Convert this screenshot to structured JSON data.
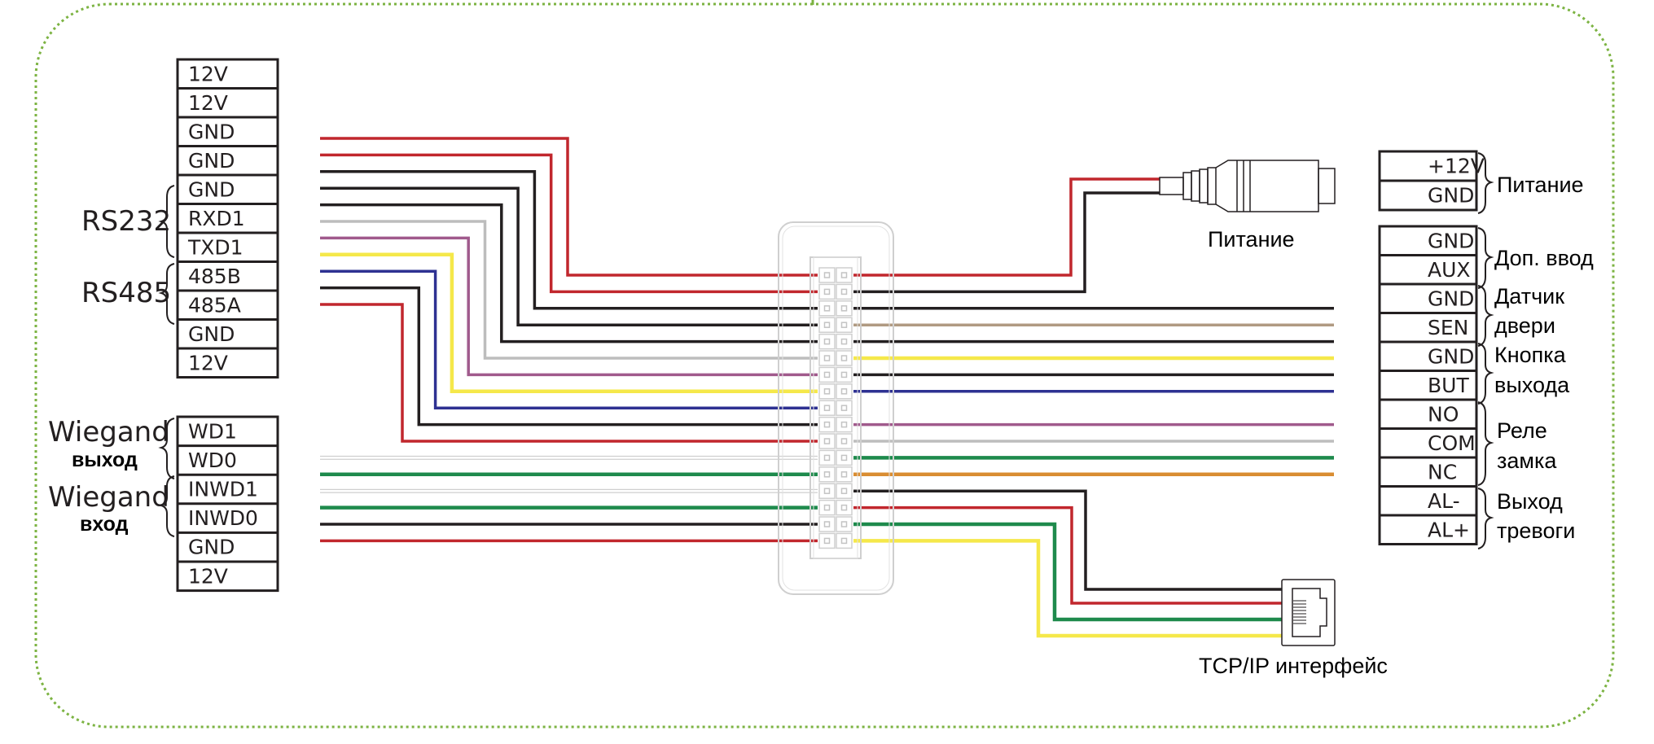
{
  "diagram": {
    "border_color": "#7cb342",
    "left_top_block": {
      "pins": [
        "12V",
        "12V",
        "GND",
        "GND",
        "GND",
        "RXD1",
        "TXD1",
        "485B",
        "485A",
        "GND",
        "12V"
      ],
      "groups": [
        {
          "label": "RS232",
          "pins": [
            "GND",
            "RXD1",
            "TXD1"
          ]
        },
        {
          "label": "RS485",
          "pins": [
            "485B",
            "485A"
          ]
        }
      ]
    },
    "left_bottom_block": {
      "pins": [
        "WD1",
        "WD0",
        "INWD1",
        "INWD0",
        "GND",
        "12V"
      ],
      "groups": [
        {
          "label": "Wiegand",
          "sublabel": "выход",
          "pins": [
            "WD1",
            "WD0"
          ]
        },
        {
          "label": "Wiegand",
          "sublabel": "вход",
          "pins": [
            "INWD1",
            "INWD0"
          ]
        }
      ]
    },
    "right_power_block": {
      "pins": [
        "+12V",
        "GND"
      ],
      "group_label": "Питание"
    },
    "right_io_block": {
      "pins": [
        "GND",
        "AUX",
        "GND",
        "SEN",
        "GND",
        "BUT",
        "NO",
        "COM",
        "NC",
        "AL-",
        "AL+"
      ],
      "groups": [
        {
          "label": "Доп. ввод",
          "pins": [
            "GND",
            "AUX"
          ]
        },
        {
          "label": "Датчик двери",
          "lines": [
            "Датчик",
            "двери"
          ],
          "pins": [
            "GND",
            "SEN"
          ]
        },
        {
          "label": "Кнопка выхода",
          "lines": [
            "Кнопка",
            "выхода"
          ],
          "pins": [
            "GND",
            "BUT"
          ]
        },
        {
          "label": "Реле замка",
          "lines": [
            "Реле",
            "замка"
          ],
          "pins": [
            "NO",
            "COM",
            "NC"
          ]
        },
        {
          "label": "Выход тревоги",
          "lines": [
            "Выход",
            "тревоги"
          ],
          "pins": [
            "AL-",
            "AL+"
          ]
        }
      ]
    },
    "power_jack_label": "Питание",
    "rj45_label": "TCP/IP интерфейс",
    "connector": {
      "rows": 17,
      "left_wires": [
        "#c1272d",
        "#c1272d",
        "#231f20",
        "#231f20",
        "#231f20",
        "#bdbdbd",
        "#a05a8c",
        "#f5e84a",
        "#2e3192",
        "#231f20",
        "#c1272d",
        "white",
        "#1e8a4c",
        "white",
        "#1e8a4c",
        "#231f20",
        "#c1272d"
      ],
      "right_wires": [
        "#c1272d",
        "#231f20",
        "#231f20",
        "#b09a82",
        "#231f20",
        "#f5e84a",
        "#231f20",
        "#2e3192",
        null,
        "#a05a8c",
        "#bdbdbd",
        "#1e8a4c",
        "#d98d32",
        "#231f20",
        "#c1272d",
        "#1e8a4c",
        "#f5e84a"
      ]
    }
  }
}
